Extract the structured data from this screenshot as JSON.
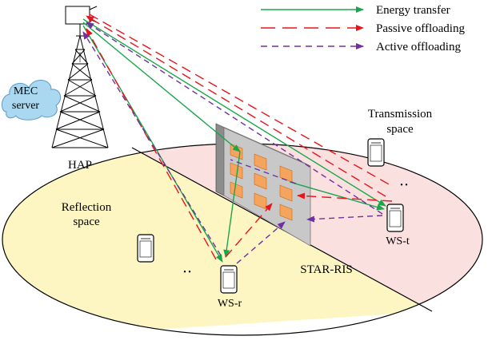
{
  "legend": {
    "energy_transfer": "Energy transfer",
    "passive_offloading": "Passive offloading",
    "active_offloading": "Active offloading"
  },
  "labels": {
    "mec_line1": "MEC",
    "mec_line2": "server",
    "hap": "HAP",
    "reflection_line1": "Reflection",
    "reflection_line2": "space",
    "transmission_line1": "Transmission",
    "transmission_line2": "space",
    "star_ris": "STAR-RIS",
    "ws_r": "WS-r",
    "ws_t": "WS-t",
    "dots_left": "• •",
    "dots_right": "• •"
  },
  "colors": {
    "energy": "#1aa64a",
    "passive": "#e8141c",
    "active": "#7030a0",
    "reflection_fill": "#fdf6c3",
    "transmission_fill": "#fbe0e0",
    "cloud_fill": "#a9d8f0",
    "ris_panel": "#c8c8c8",
    "ris_element": "#f5a45d"
  }
}
